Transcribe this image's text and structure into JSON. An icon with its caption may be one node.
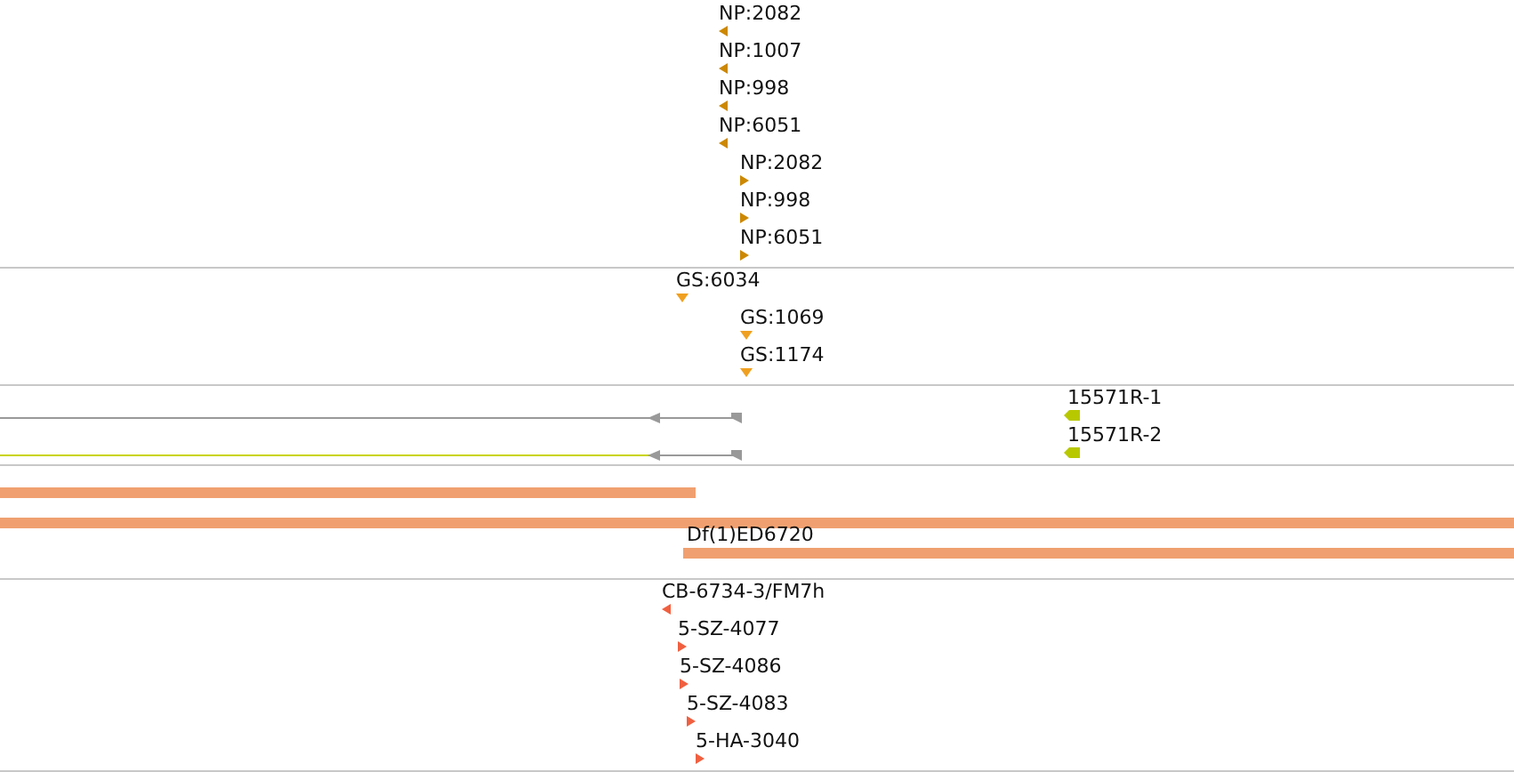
{
  "diagram": {
    "nodes": [
      {
        "text": [
          "NP:2082"
        ]
      },
      {
        "text": [
          "NP:1007"
        ]
      },
      {
        "text": [
          "NP:998"
        ]
      },
      {
        "text": [
          "NP:6051"
        ]
      },
      {
        "text": [
          "NP:2082"
        ]
      },
      {
        "text": [
          "NP:998"
        ]
      },
      {
        "text": [
          "NP:6051"
        ]
      },
      {
        "text": [
          "GS:6034"
        ]
      },
      {
        "text": [
          "GS:1069"
        ]
      },
      {
        "text": [
          "GS:1174"
        ]
      },
      {
        "text": [
          "15571R-1"
        ]
      },
      {
        "text": [
          "15571R-2"
        ]
      },
      {
        "text": [],
        "shape": "bar"
      },
      {
        "text": [],
        "shape": "bar"
      },
      {
        "text": [
          "Df(1)ED6720"
        ]
      },
      {
        "text": [
          "CB-6734-3/FM7h"
        ]
      },
      {
        "text": [
          "5-SZ-4077"
        ]
      },
      {
        "text": [
          "5-SZ-4086"
        ]
      },
      {
        "text": [
          "5-SZ-4083"
        ]
      },
      {
        "text": [
          "5-HA-3040"
        ]
      }
    ]
  }
}
